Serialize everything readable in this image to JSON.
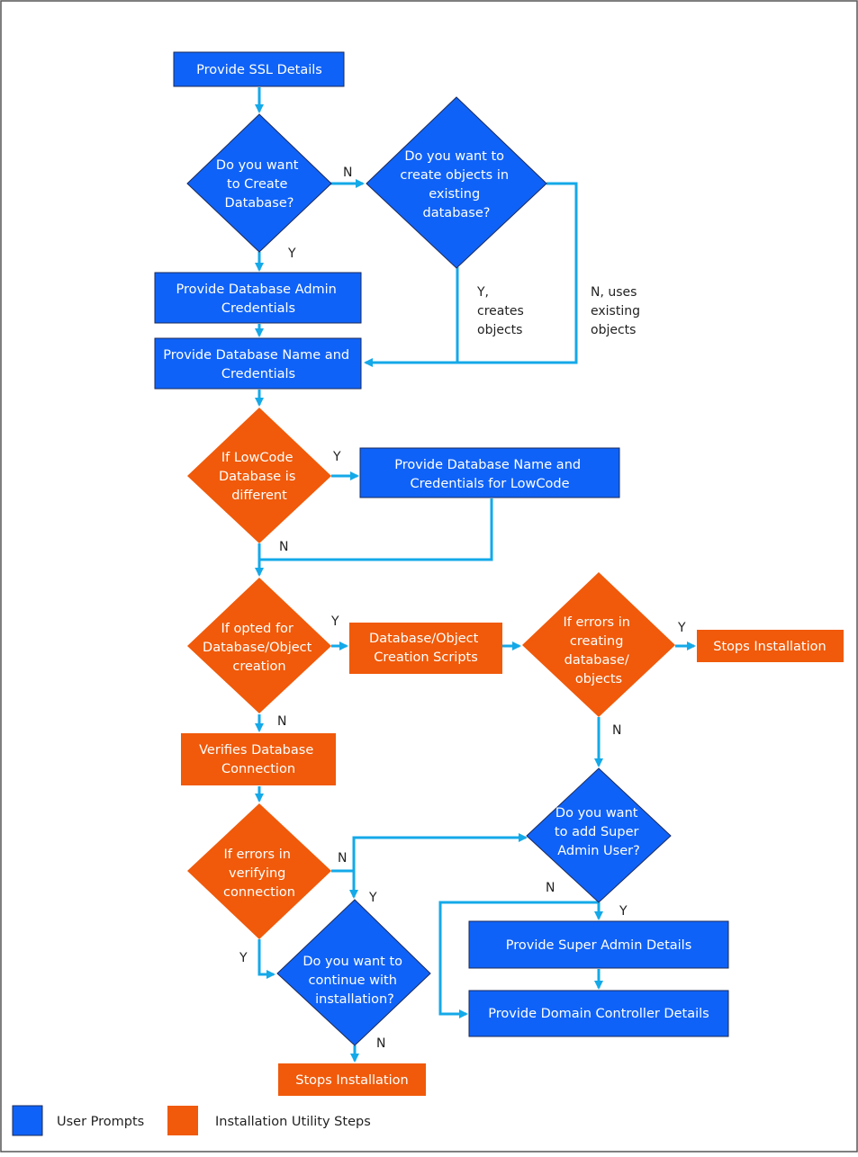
{
  "colors": {
    "user_prompt": "#0F62F7",
    "install_step": "#F05A0A",
    "arrow": "#14A9E8",
    "label_text": "#222222",
    "border": "#555555"
  },
  "nodes": {
    "ssl": "Provide SSL Details",
    "create_db_q": [
      "Do you want",
      "to Create",
      "Database?"
    ],
    "create_objects_q": [
      "Do you want to",
      "create objects in",
      "existing",
      "database?"
    ],
    "db_admin": [
      "Provide Database Admin",
      "Credentials"
    ],
    "db_name": [
      "Provide Database Name and",
      "Credentials"
    ],
    "lowcode_q": [
      "If LowCode",
      "Database is",
      "different"
    ],
    "lowcode_db": [
      "Provide Database Name and",
      "Credentials for LowCode"
    ],
    "opted_q": [
      "If opted for",
      "Database/Object",
      "creation"
    ],
    "scripts": [
      "Database/Object",
      "Creation Scripts"
    ],
    "errors_create_q": [
      "If errors in",
      "creating",
      "database/",
      "objects"
    ],
    "stops1": "Stops Installation",
    "verifies": [
      "Verifies Database",
      "Connection"
    ],
    "errors_verify_q": [
      "If errors in",
      "verifying",
      "connection"
    ],
    "continue_q": [
      "Do you want to",
      "continue with",
      "installation?"
    ],
    "stops2": "Stops Installation",
    "super_admin_q": [
      "Do you want",
      "to add Super",
      "Admin User?"
    ],
    "super_admin": "Provide Super Admin Details",
    "domain": "Provide Domain Controller Details"
  },
  "edge_labels": {
    "n1": "N",
    "y1": "Y",
    "y_creates": [
      "Y,",
      "creates",
      "objects"
    ],
    "n_uses": [
      "N, uses",
      "existing",
      "objects"
    ],
    "y2": "Y",
    "n2": "N",
    "y3": "Y",
    "n3": "N",
    "y4": "Y",
    "n4": "N",
    "n5": "N",
    "y5": "Y",
    "y6": "Y",
    "n6": "N",
    "n7": "N",
    "y7": "Y"
  },
  "legend": {
    "user_prompts": "User Prompts",
    "install_steps": "Installation Utility Steps"
  }
}
